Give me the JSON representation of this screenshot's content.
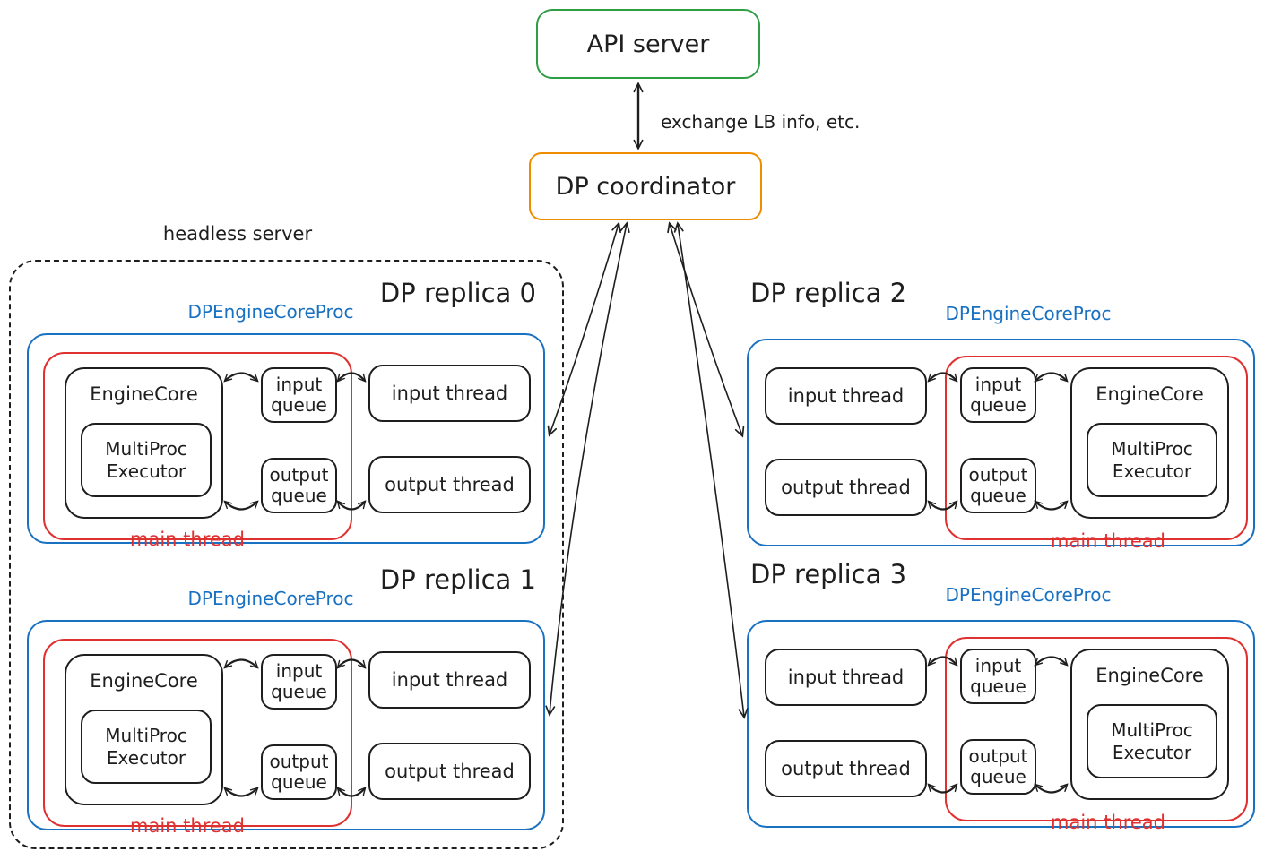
{
  "colors": {
    "green": "#2f9e44",
    "orange": "#f08c00",
    "blue": "#1971c2",
    "red": "#e03131",
    "ink": "#1e1e1e"
  },
  "api_server": {
    "label": "API server"
  },
  "coordinator": {
    "label": "DP coordinator"
  },
  "labels": {
    "exchange": "exchange LB info, etc.",
    "headless": "headless server"
  },
  "replicas": [
    {
      "title": "DP replica 0",
      "proc_label": "DPEngineCoreProc",
      "main_thread_label": "main thread",
      "engine_core": "EngineCore",
      "executor": "MultiProc Executor",
      "input_queue": "input queue",
      "output_queue": "output queue",
      "input_thread": "input thread",
      "output_thread": "output thread"
    },
    {
      "title": "DP replica 1",
      "proc_label": "DPEngineCoreProc",
      "main_thread_label": "main thread",
      "engine_core": "EngineCore",
      "executor": "MultiProc Executor",
      "input_queue": "input queue",
      "output_queue": "output queue",
      "input_thread": "input thread",
      "output_thread": "output thread"
    },
    {
      "title": "DP replica 2",
      "proc_label": "DPEngineCoreProc",
      "main_thread_label": "main thread",
      "engine_core": "EngineCore",
      "executor": "MultiProc Executor",
      "input_queue": "input queue",
      "output_queue": "output queue",
      "input_thread": "input thread",
      "output_thread": "output thread"
    },
    {
      "title": "DP replica 3",
      "proc_label": "DPEngineCoreProc",
      "main_thread_label": "main thread",
      "engine_core": "EngineCore",
      "executor": "MultiProc Executor",
      "input_queue": "input queue",
      "output_queue": "output queue",
      "input_thread": "input thread",
      "output_thread": "output thread"
    }
  ]
}
